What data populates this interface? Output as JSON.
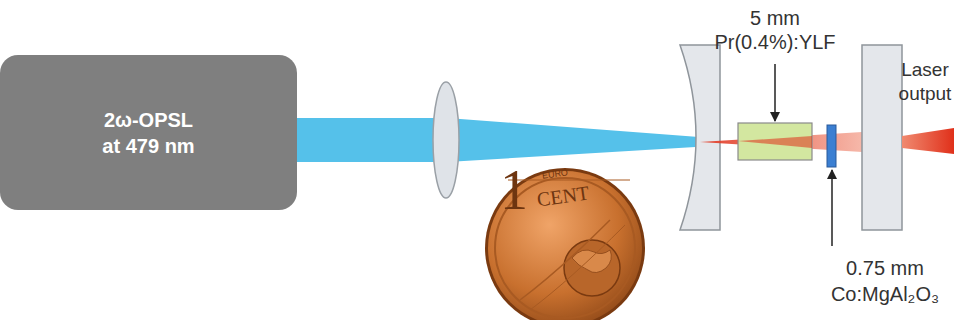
{
  "diagram": {
    "nodes": [
      {
        "text": [
          "2ω-OPSL at 479 nm"
        ]
      }
    ],
    "labels": [
      "5 mm",
      "Pr(0.4%):YLF",
      "0.75 mm",
      "Co:MgAl₂O₃",
      "Laser output",
      "1",
      "CENT",
      "EURO"
    ]
  }
}
